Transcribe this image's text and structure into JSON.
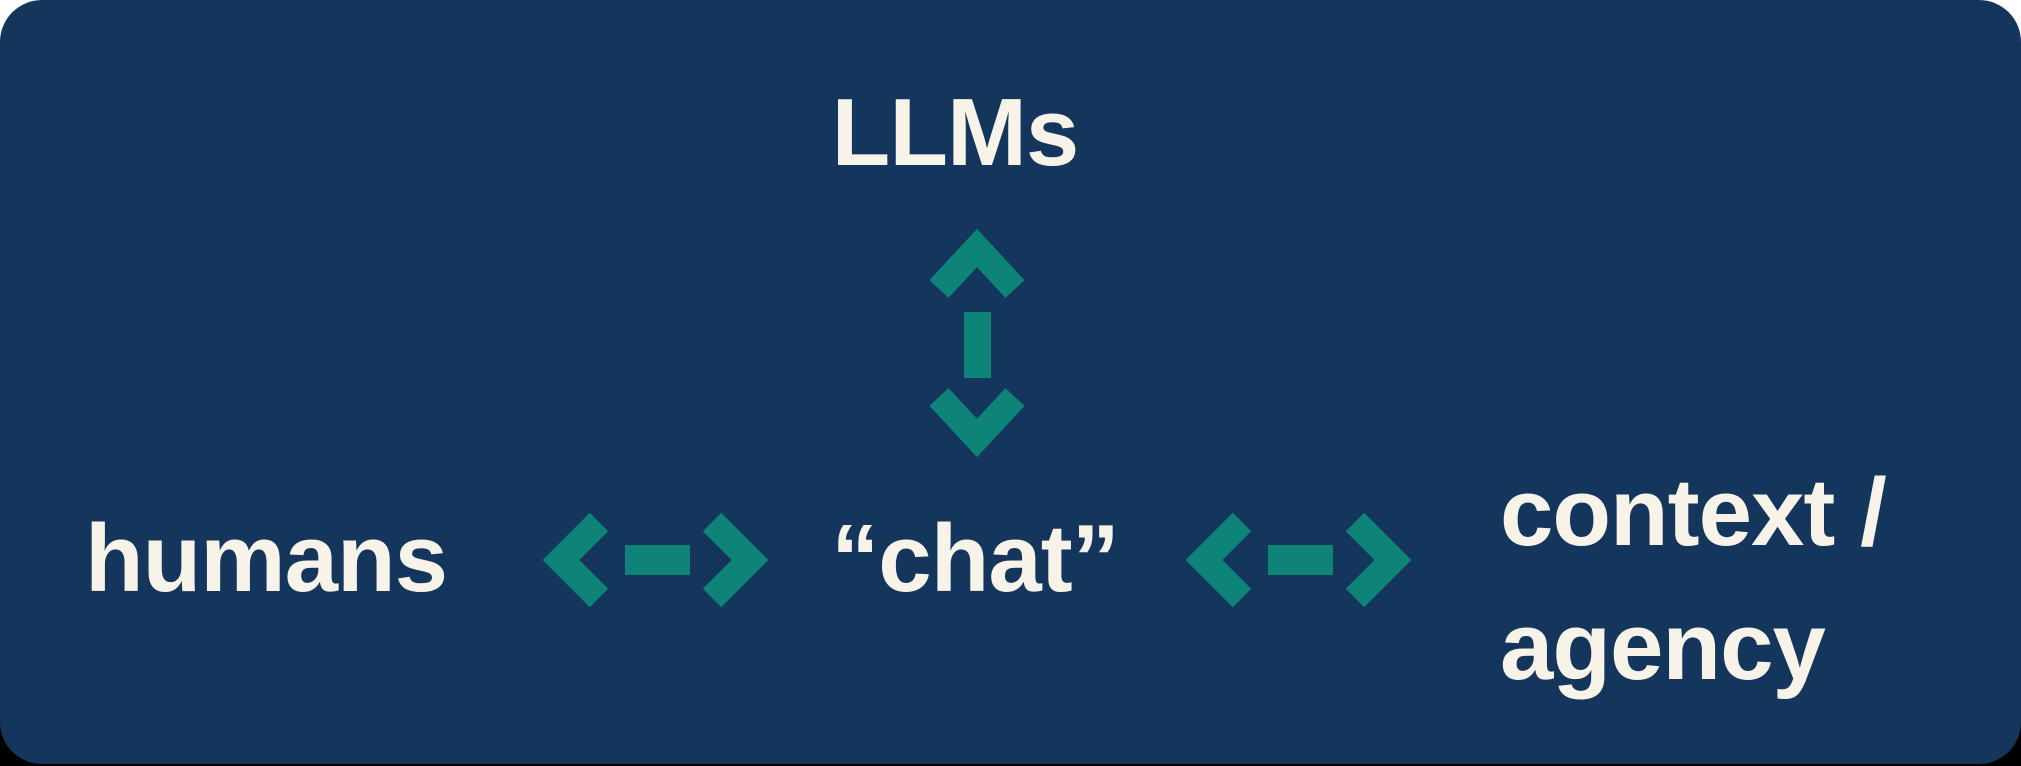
{
  "colors": {
    "background_navy": "#14365C",
    "arrow_teal": "#0E8478",
    "text_cream": "#F8F3E9",
    "page_top": "#FFFFFF",
    "page_bottom": "#000000"
  },
  "diagram": {
    "top_node": {
      "label": "LLMs"
    },
    "left_node": {
      "label": "humans"
    },
    "center_node": {
      "label": "“chat”"
    },
    "right_node": {
      "label": "context /\nagency"
    },
    "connectors": {
      "vertical_icon": "double-arrow-vertical-icon",
      "left_icon": "double-arrow-horizontal-icon",
      "right_icon": "double-arrow-horizontal-icon"
    }
  }
}
